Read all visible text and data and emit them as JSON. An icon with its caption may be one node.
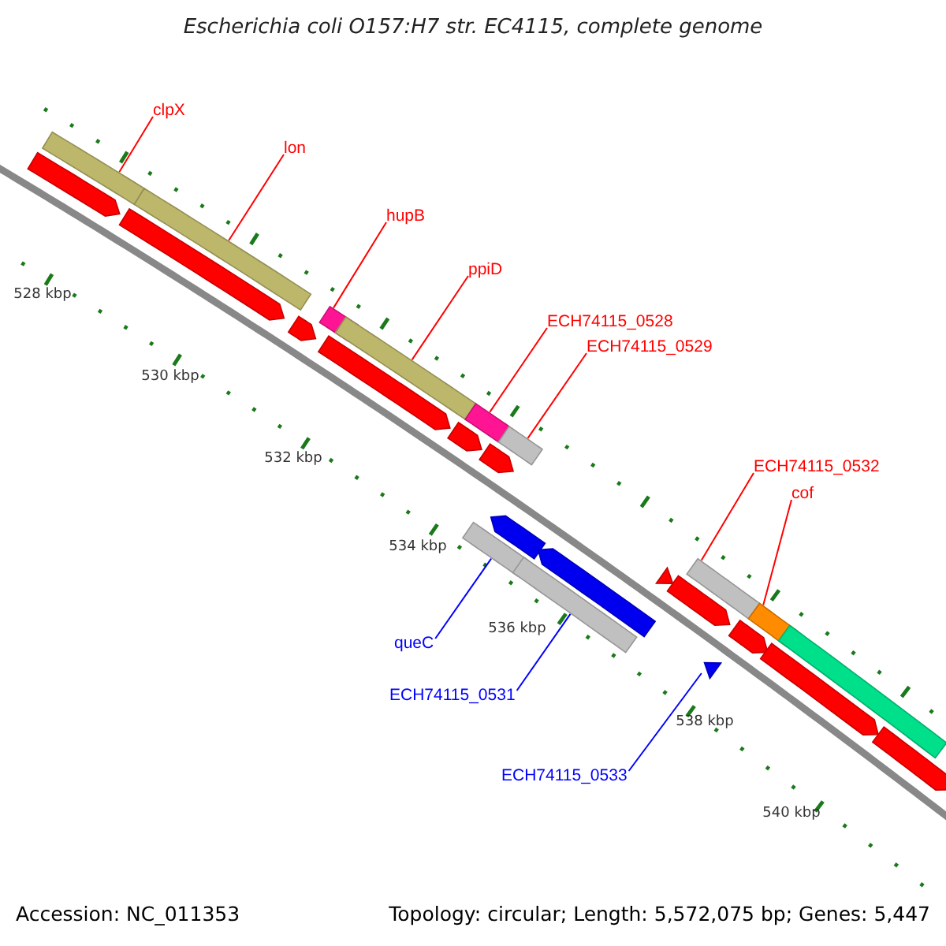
{
  "diagram": {
    "title": "Escherichia coli O157:H7 str. EC4115, complete genome",
    "nodes": [
      {
        "text": [
          "clpX"
        ]
      },
      {
        "text": [
          "lon"
        ]
      },
      {
        "text": [
          "hupB"
        ]
      },
      {
        "text": [
          "ppiD"
        ]
      },
      {
        "text": [
          "ECH74115_0528"
        ]
      },
      {
        "text": [
          "ECH74115_0529"
        ]
      },
      {
        "text": [
          "ECH74115_0532"
        ]
      },
      {
        "text": [
          "cof"
        ]
      },
      {
        "text": [
          "queC"
        ]
      },
      {
        "text": [
          "ECH74115_0531"
        ]
      },
      {
        "text": [
          "ECH74115_0533"
        ]
      },
      {
        "text": [],
        "shape": "pentagon"
      },
      {
        "text": [],
        "shape": "bar"
      },
      {
        "text": [],
        "shape": "pentagon"
      },
      {
        "text": [],
        "shape": "bar"
      },
      {
        "text": [],
        "shape": "pentagon"
      },
      {
        "text": [],
        "shape": "bar"
      },
      {
        "text": [],
        "shape": "pentagon"
      },
      {
        "text": [],
        "shape": "bar"
      },
      {
        "text": [],
        "shape": "pentagon"
      },
      {
        "text": [],
        "shape": "bar"
      },
      {
        "text": [],
        "shape": "pentagon"
      },
      {
        "text": [],
        "shape": "bar"
      },
      {
        "text": [],
        "shape": "bar"
      },
      {
        "text": [],
        "shape": "pentagon"
      },
      {
        "text": [],
        "shape": "bar"
      },
      {
        "text": [],
        "shape": "pentagon"
      },
      {
        "text": [],
        "shape": "triangle"
      },
      {
        "text": [],
        "shape": "pentagon"
      },
      {
        "text": [],
        "shape": "bar"
      },
      {
        "text": [],
        "shape": "triangle"
      },
      {
        "text": [],
        "shape": "pentagon"
      },
      {
        "text": [],
        "shape": "bar"
      },
      {
        "text": [],
        "shape": "pentagon"
      },
      {
        "text": [],
        "shape": "bar"
      },
      {
        "text": [],
        "shape": "pentagon"
      }
    ],
    "edges": [
      {
        "from": 0,
        "to": 12,
        "arrow": "none"
      },
      {
        "from": 1,
        "to": 14,
        "arrow": "none"
      },
      {
        "from": 2,
        "to": 16,
        "arrow": "none"
      },
      {
        "from": 3,
        "to": 18,
        "arrow": "none"
      },
      {
        "from": 4,
        "to": 20,
        "arrow": "none"
      },
      {
        "from": 5,
        "to": 22,
        "arrow": "none"
      },
      {
        "from": 6,
        "to": 29,
        "arrow": "none"
      },
      {
        "from": 7,
        "to": 32,
        "arrow": "none"
      },
      {
        "from": 8,
        "to": 23,
        "arrow": "none",
        "color": "#0000ff"
      },
      {
        "from": 9,
        "to": 25,
        "arrow": "none",
        "color": "#0000ff"
      },
      {
        "from": 10,
        "to": 30,
        "arrow": "none",
        "color": "#0000ff"
      }
    ],
    "labels": [
      "528 kbp",
      "530 kbp",
      "532 kbp",
      "534 kbp",
      "536 kbp",
      "538 kbp",
      "540 kbp",
      "Accession: NC_011353",
      "Topology: circular; Length: 5,572,075 bp; Genes: 5,447"
    ]
  }
}
